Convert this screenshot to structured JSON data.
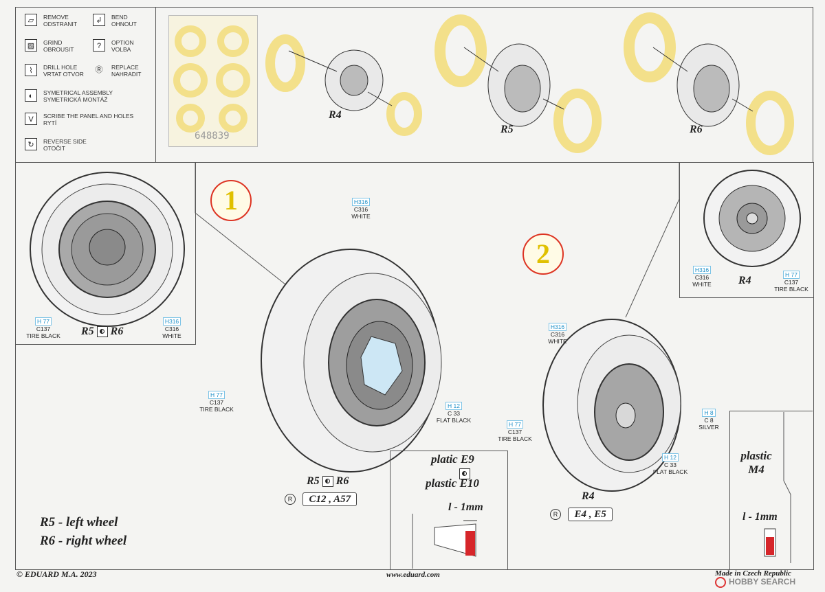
{
  "legend": [
    {
      "icon": "remove-icon",
      "glyph": "▱",
      "text1": "REMOVE",
      "text2": "ODSTRANIT"
    },
    {
      "icon": "grind-icon",
      "glyph": "▨",
      "text1": "GRIND",
      "text2": "OBROUSIT"
    },
    {
      "icon": "drill-hole-icon",
      "glyph": "⌇",
      "text1": "DRILL HOLE",
      "text2": "VRTAT OTVOR"
    },
    {
      "icon": "symmetrical-assembly-icon",
      "glyph": "◐",
      "text1": "SYMETRICAL ASSEMBLY",
      "text2": "SYMETRICKÁ MONTÁŽ"
    },
    {
      "icon": "scribe-icon",
      "glyph": "V",
      "text1": "SCRIBE THE PANEL AND HOLES",
      "text2": "RYTÍ"
    },
    {
      "icon": "reverse-side-icon",
      "glyph": "↻",
      "text1": "REVERSE SIDE",
      "text2": "OTOČIT"
    }
  ],
  "legend_right": [
    {
      "icon": "bend-icon",
      "glyph": "↲",
      "text1": "BEND",
      "text2": "OHNOUT"
    },
    {
      "icon": "option-icon",
      "glyph": "?",
      "text1": "OPTION",
      "text2": "VOLBA"
    },
    {
      "icon": "replace-icon",
      "glyph": "Ⓡ",
      "text1": "REPLACE",
      "text2": "NAHRADIT"
    }
  ],
  "fret_number": "648839",
  "exploded_labels": {
    "r4": "R4",
    "r5": "R5",
    "r6": "R6"
  },
  "steps": {
    "one": "1",
    "two": "2"
  },
  "paints": {
    "h316_c316_white_a": {
      "h": "H316",
      "c": "C316",
      "n": "WHITE"
    },
    "h77_tire_black_a": {
      "h": "H 77",
      "c": "C137",
      "n": "TIRE BLACK"
    },
    "h316_white_detail": {
      "h": "H316",
      "c": "C316",
      "n": "WHITE"
    },
    "h77_tire_black_main": {
      "h": "H 77",
      "c": "C137",
      "n": "TIRE BLACK"
    },
    "h12_flat_black_main": {
      "h": "H 12",
      "c": "C 33",
      "n": "FLAT BLACK"
    },
    "h316_white_r4": {
      "h": "H316",
      "c": "C316",
      "n": "WHITE"
    },
    "h77_tire_black_r4": {
      "h": "H 77",
      "c": "C137",
      "n": "TIRE BLACK"
    },
    "h8_silver_r4": {
      "h": "H 8",
      "c": "C 8",
      "n": "SILVER"
    },
    "h12_flat_black_r4": {
      "h": "H 12",
      "c": "C 33",
      "n": "FLAT BLACK"
    },
    "h316_white_inset": {
      "h": "H316",
      "c": "C316",
      "n": "WHITE"
    },
    "h77_tire_black_inset": {
      "h": "H 77",
      "c": "C137",
      "n": "TIRE BLACK"
    }
  },
  "detail_label_left": {
    "a": "R5",
    "b": "R6"
  },
  "detail_label_right": "R4",
  "main_label": {
    "a": "R5",
    "b": "R6"
  },
  "main_replace": "C12 , A57",
  "r4_label": "R4",
  "r4_replace": "E4 , E5",
  "plastic_box": {
    "line1": "platic E9",
    "line2": "plastic E10",
    "measure": "l - 1mm"
  },
  "plastic_m4": {
    "line1": "plastic",
    "line2": "M4",
    "measure": "l - 1mm"
  },
  "notes": {
    "left": "R5 - left wheel",
    "right": "R6 - right wheel"
  },
  "footer": {
    "copyright": "© EDUARD  M.A. 2023",
    "url": "www.eduard.com",
    "made": "Made in Czech Republic",
    "watermark": "HOBBY SEARCH"
  }
}
